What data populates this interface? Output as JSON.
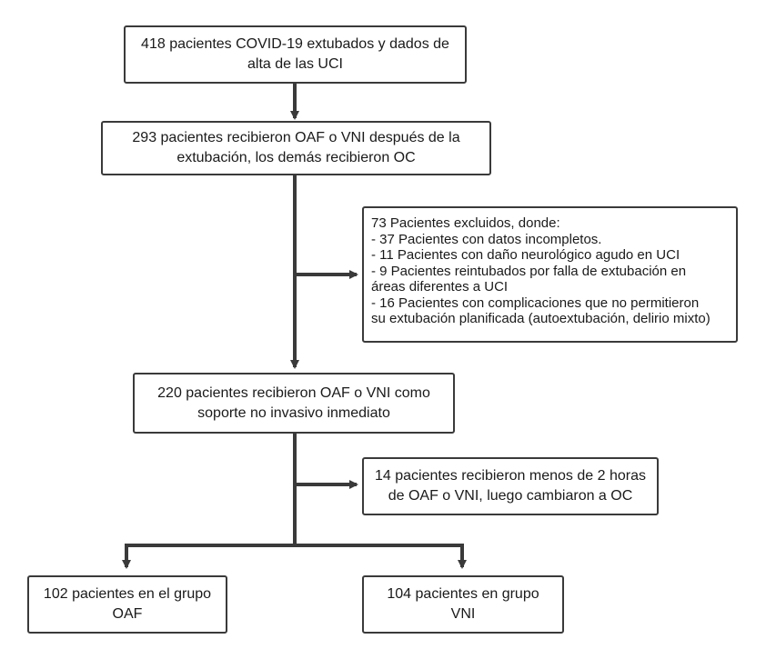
{
  "flow": {
    "box1": [
      "418 pacientes COVID-19 extubados y dados de",
      "alta de las UCI"
    ],
    "box2": [
      "293 pacientes recibieron OAF o VNI después de la",
      "extubación, los demás recibieron OC"
    ],
    "excluded": [
      "73 Pacientes excluidos, donde:",
      "- 37 Pacientes con datos incompletos.",
      "- 11 Pacientes con daño neurológico agudo en UCI",
      "-  9  Pacientes reintubados por falla de extubación en",
      "áreas diferentes a UCI",
      "- 16 Pacientes con complicaciones que no permitieron",
      "su extubación planificada (autoextubación, delirio mixto)"
    ],
    "box3": [
      "220 pacientes recibieron OAF o VNI como",
      "soporte no invasivo inmediato"
    ],
    "side2": [
      "14 pacientes recibieron menos de 2 horas",
      "de OAF o VNI, luego cambiaron a OC"
    ],
    "groupA": [
      "102 pacientes en el grupo",
      "OAF"
    ],
    "groupB": [
      "104 pacientes en grupo",
      "VNI"
    ]
  },
  "colors": {
    "line": "#3a3a3a",
    "border": "#3a3a3a"
  }
}
